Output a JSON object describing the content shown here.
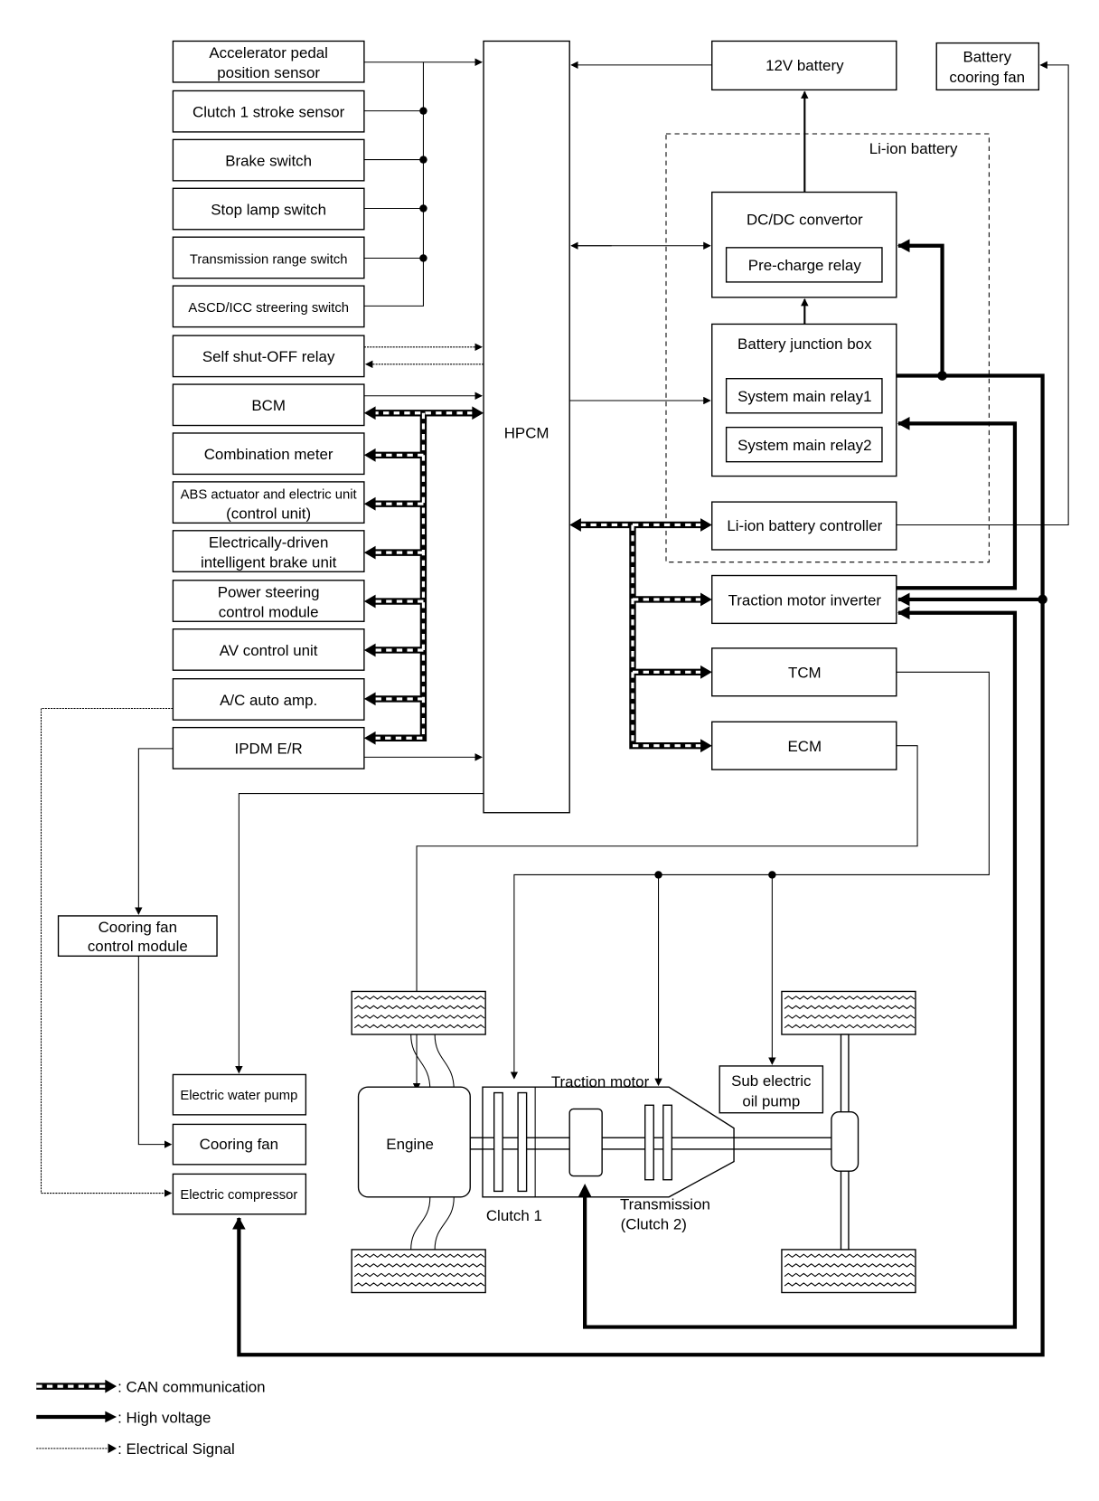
{
  "left_boxes": [
    [
      "Accelerator pedal",
      "position sensor"
    ],
    [
      "Clutch 1 stroke sensor"
    ],
    [
      "Brake switch"
    ],
    [
      "Stop lamp switch"
    ],
    [
      "Transmission range  switch"
    ],
    [
      "ASCD/ICC streering switch"
    ],
    [
      "Self shut-OFF relay"
    ],
    [
      "BCM"
    ],
    [
      "Combination meter"
    ],
    [
      "ABS actuator and electric unit",
      "(control unit)"
    ],
    [
      "Electrically-driven",
      "intelligent brake unit"
    ],
    [
      "Power steering",
      "control module"
    ],
    [
      "AV control unit"
    ],
    [
      "A/C auto amp."
    ],
    [
      "IPDM E/R"
    ]
  ],
  "hpcm": "HPCM",
  "battery_12v": "12V battery",
  "battery_cooling_fan": [
    "Battery",
    "cooring fan"
  ],
  "li_ion_group": "Li-ion battery",
  "dcdc": "DC/DC convertor",
  "precharge": "Pre-charge relay",
  "junction_box": "Battery junction box",
  "smr1": "System main relay1",
  "smr2": "System main relay2",
  "li_ion_controller": "Li-ion battery controller",
  "inverter": "Traction motor inverter",
  "tcm": "TCM",
  "ecm": "ECM",
  "cooling_fan_module": [
    "Cooring fan",
    "control module"
  ],
  "water_pump": "Electric water pump",
  "cooling_fan": "Cooring fan",
  "compressor": "Electric compressor",
  "engine": "Engine",
  "traction_motor": "Traction motor",
  "clutch1": "Clutch 1",
  "transmission": [
    "Transmission",
    "(Clutch 2)"
  ],
  "sub_oil_pump": [
    "Sub electric",
    "oil pump"
  ],
  "legend": {
    "can": ": CAN communication",
    "hv": ": High voltage",
    "signal": ": Electrical Signal"
  }
}
